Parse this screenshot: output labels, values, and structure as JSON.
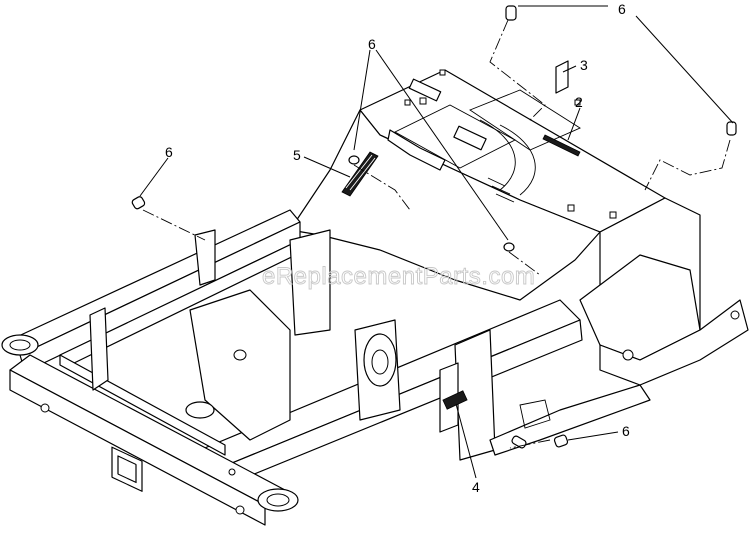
{
  "watermark": "eReplacementParts.com",
  "callouts": [
    {
      "id": "c6-top-right",
      "label": "6"
    },
    {
      "id": "c3",
      "label": "3"
    },
    {
      "id": "c2",
      "label": "2"
    },
    {
      "id": "c6-center",
      "label": "6"
    },
    {
      "id": "c5",
      "label": "5"
    },
    {
      "id": "c6-left",
      "label": "6"
    },
    {
      "id": "c6-bottom-right",
      "label": "6"
    },
    {
      "id": "c4",
      "label": "4"
    }
  ]
}
